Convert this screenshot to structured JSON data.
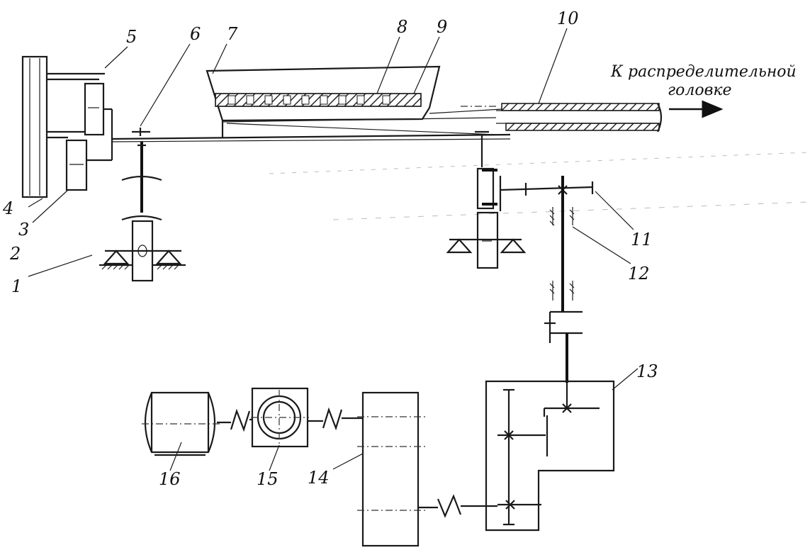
{
  "caption": {
    "line1": "К распределительной",
    "line2": "головке"
  },
  "labels": {
    "l1": "1",
    "l2": "2",
    "l3": "3",
    "l4": "4",
    "l5": "5",
    "l6": "6",
    "l7": "7",
    "l8": "8",
    "l9": "9",
    "l10": "10",
    "l11": "11",
    "l12": "12",
    "l13": "13",
    "l14": "14",
    "l15": "15",
    "l16": "16"
  }
}
